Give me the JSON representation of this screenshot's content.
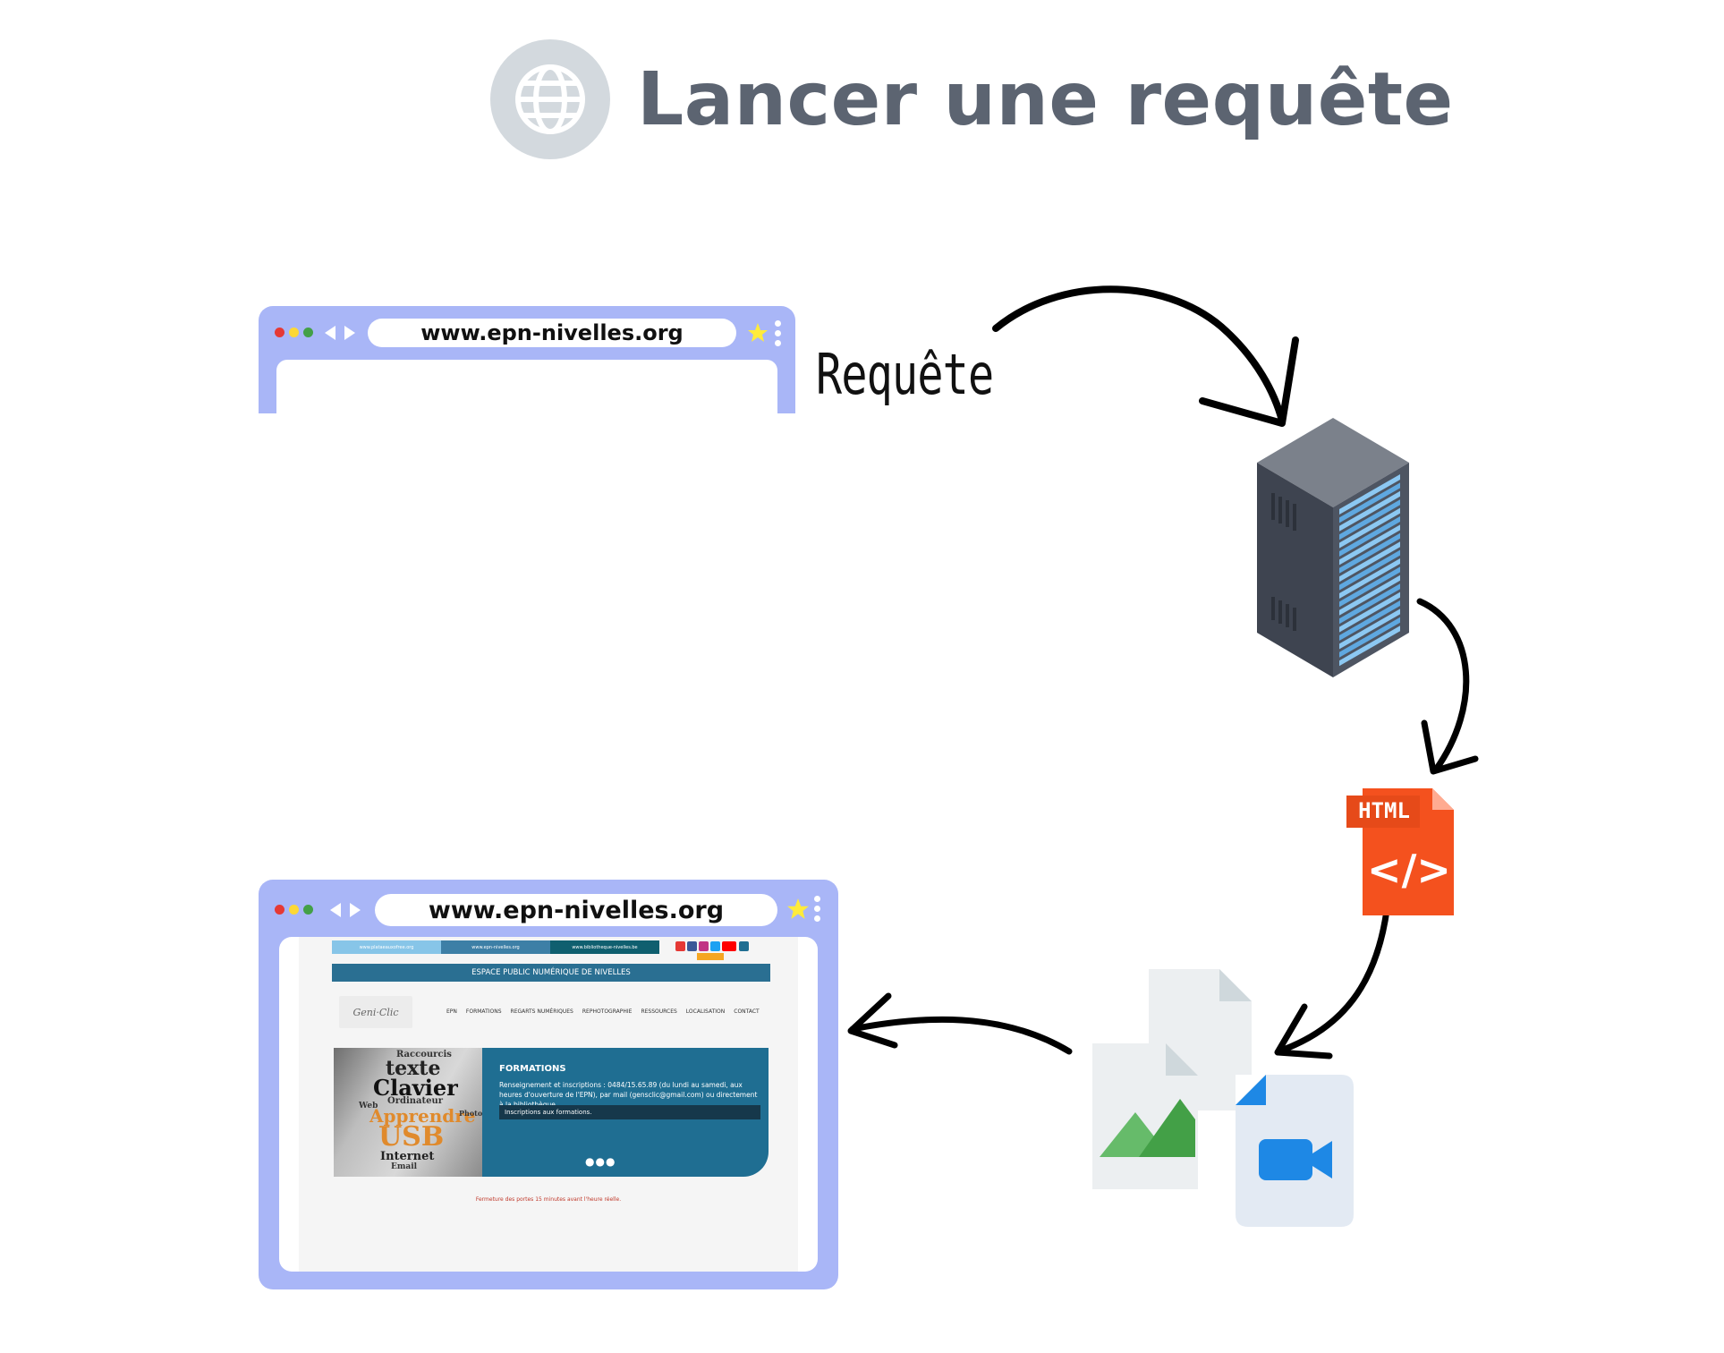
{
  "title": "Lancer une requête",
  "request_label": "Requête",
  "browser_request": {
    "url": "www.epn-nivelles.org"
  },
  "browser_result": {
    "url": "www.epn-nivelles.org",
    "site": {
      "top_links": [
        "www.plataeauxofree.org",
        "www.epn-nivelles.org",
        "www.bibliotheque-nivelles.be"
      ],
      "header": "ESPACE PUBLIC NUMÉRIQUE DE NIVELLES",
      "logo_text": "Geni·Clic",
      "nav": [
        "EPN",
        "FORMATIONS",
        "REGARTS NUMÉRIQUES",
        "REPHOTOGRAPHIE",
        "RESSOURCES",
        "LOCALISATION",
        "CONTACT"
      ],
      "banner_title": "FORMATIONS",
      "banner_text": "Renseignement et inscriptions : 0484/15.65.89 (du lundi au samedi, aux heures d'ouverture de l'EPN), par mail (gensclic@gmail.com) ou directement à la bibliothèque.",
      "banner_button": "Inscriptions aux formations.",
      "notice": "Fermeture des portes 15 minutes avant l'heure réelle.",
      "photo_words": [
        "Raccourcis",
        "texte",
        "Clavier",
        "Ordinateur",
        "Apprendre",
        "Photo",
        "USB",
        "Internet",
        "Email",
        "Web"
      ]
    }
  },
  "html_file_label": "HTML",
  "html_file_code": "</>",
  "icons": [
    "globe-icon",
    "server-icon",
    "html-file-icon",
    "document-icon",
    "image-file-icon",
    "video-file-icon",
    "star-icon",
    "back-icon",
    "forward-icon",
    "menu-icon"
  ],
  "colors": {
    "browser_frame": "#a9b6f7",
    "title": "#5c6471",
    "html_orange": "#f4511e",
    "image_green": "#43a047",
    "video_blue": "#1e88e5"
  }
}
